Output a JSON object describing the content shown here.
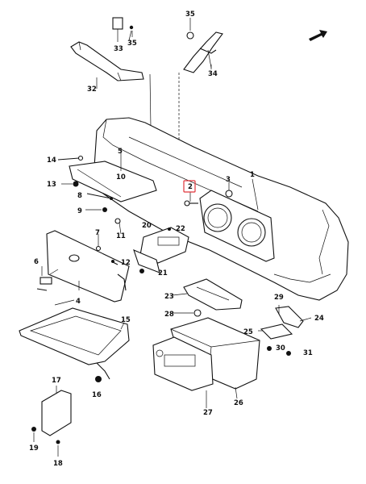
{
  "callouts": [
    {
      "id": "c35a",
      "text": "35"
    },
    {
      "id": "c35b",
      "text": "35"
    },
    {
      "id": "c33",
      "text": "33"
    },
    {
      "id": "c34",
      "text": "34"
    },
    {
      "id": "c32",
      "text": "32"
    },
    {
      "id": "c14",
      "text": "14"
    },
    {
      "id": "c5",
      "text": "5"
    },
    {
      "id": "c10",
      "text": "10"
    },
    {
      "id": "c13",
      "text": "13"
    },
    {
      "id": "c8",
      "text": "8"
    },
    {
      "id": "c9",
      "text": "9"
    },
    {
      "id": "c11",
      "text": "11"
    },
    {
      "id": "c2",
      "text": "2"
    },
    {
      "id": "c3",
      "text": "3"
    },
    {
      "id": "c1",
      "text": "1"
    },
    {
      "id": "c20",
      "text": "20"
    },
    {
      "id": "c22",
      "text": "22"
    },
    {
      "id": "c7",
      "text": "7"
    },
    {
      "id": "c12",
      "text": "12"
    },
    {
      "id": "c21",
      "text": "21"
    },
    {
      "id": "c6",
      "text": "6"
    },
    {
      "id": "c4",
      "text": "4"
    },
    {
      "id": "c23",
      "text": "23"
    },
    {
      "id": "c28",
      "text": "28"
    },
    {
      "id": "c29",
      "text": "29"
    },
    {
      "id": "c24",
      "text": "24"
    },
    {
      "id": "c15",
      "text": "15"
    },
    {
      "id": "c25",
      "text": "25"
    },
    {
      "id": "c30",
      "text": "30"
    },
    {
      "id": "c31",
      "text": "31"
    },
    {
      "id": "c17",
      "text": "17"
    },
    {
      "id": "c16",
      "text": "16"
    },
    {
      "id": "c26",
      "text": "26"
    },
    {
      "id": "c27",
      "text": "27"
    },
    {
      "id": "c19",
      "text": "19"
    },
    {
      "id": "c18",
      "text": "18"
    }
  ],
  "highlight": {
    "callout": "c2",
    "color": "#e0343a"
  },
  "icons": [
    "front-direction-arrow-icon"
  ]
}
